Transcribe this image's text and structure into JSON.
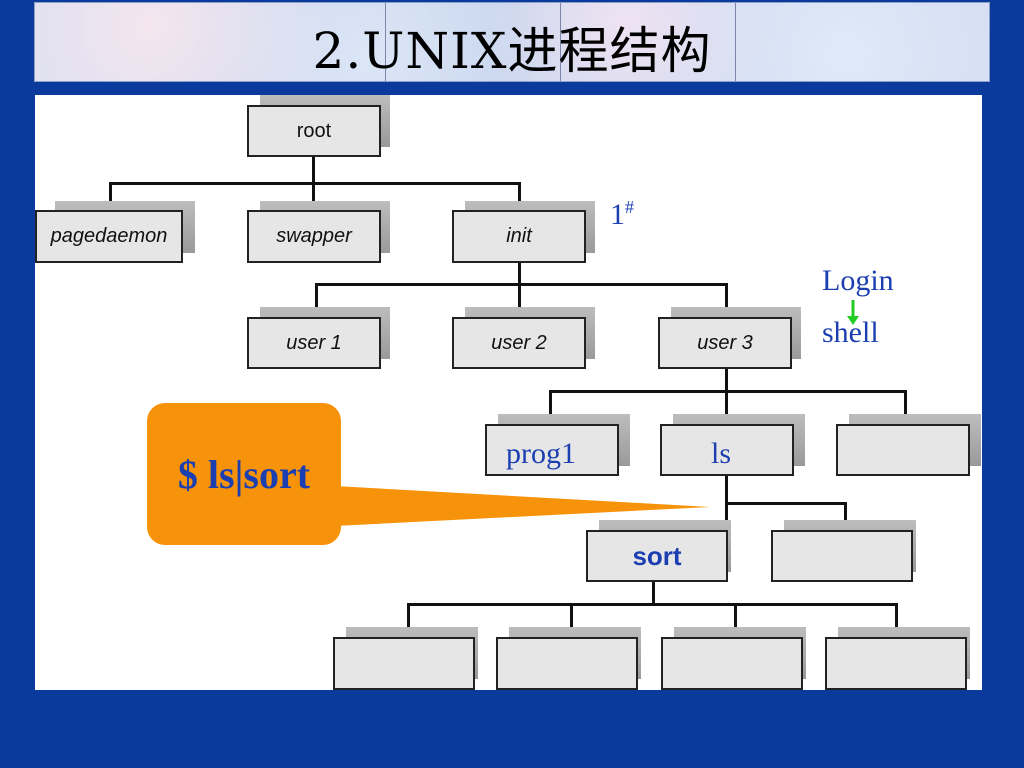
{
  "title": "2.UNIX进程结构",
  "nodes": {
    "root": "root",
    "pagedaemon": "pagedaemon",
    "swapper": "swapper",
    "init": "init",
    "user1": "user 1",
    "user2": "user 2",
    "user3": "user 3",
    "sort": "sort"
  },
  "annotations": {
    "init_marker": "1",
    "init_marker_sup": "#",
    "login": "Login",
    "shell": "shell",
    "prog1": "prog1",
    "ls": "ls"
  },
  "callout": {
    "command": "$ ls|sort"
  },
  "colors": {
    "background": "#0a3a9b",
    "annotation_blue": "#1b3fb1",
    "callout_orange": "#f7930a",
    "arrow_green": "#22cc22"
  }
}
